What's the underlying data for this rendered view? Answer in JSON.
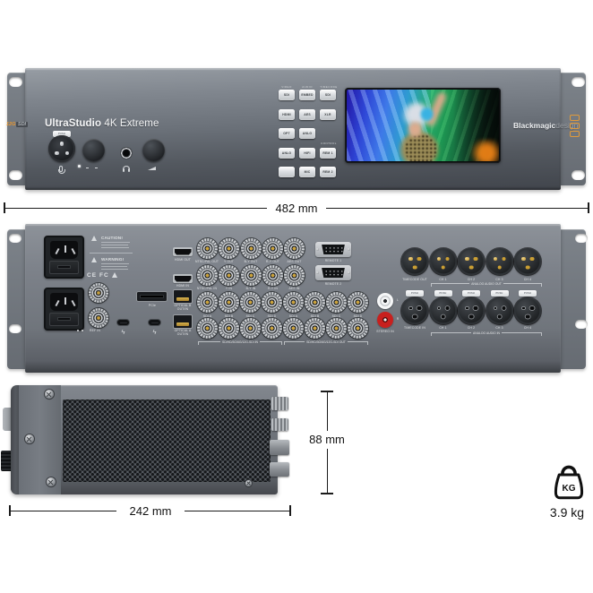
{
  "product": {
    "title_bold": "UltraStudio",
    "title_rest": " 4K Extreme",
    "badge_12g": "12G",
    "badge_sdi": "SDI",
    "brand_bold": "Blackmagic",
    "brand_light": "design"
  },
  "front": {
    "push_label": "PUSH",
    "button_groups": {
      "video_header": "VIDEO",
      "audio_header": "AUDIO",
      "timecode_header": "TIMECODE",
      "control_header": "CONTROL",
      "video": [
        "SDI",
        "HDMI",
        "OPT",
        "ANLG"
      ],
      "audio": [
        "EMBED",
        "AES",
        "ANLG",
        "HIFI",
        "MIC"
      ],
      "timecode": [
        "SDI",
        "XLR"
      ],
      "control": [
        "REM 1",
        "REM 2"
      ]
    }
  },
  "back": {
    "caution_label": "CAUTION!",
    "warning_label": "WARNING!",
    "cert_ce": "CE",
    "cert_fcc": "FC",
    "ref_in_label": "REF IN",
    "pcie_label": "PCIe",
    "hdmi_out_label": "HDMI OUT",
    "hdmi_in_label": "HDMI IN",
    "optical_b_label": "OPTICAL B OUT/IN",
    "optical_a_label": "OPTICAL A OUT/IN",
    "analog_video_out_labels": [
      "NTSC/PAL OUT",
      "Y OUT",
      "B-Y OUT",
      "R-Y OUT",
      "AES OUT"
    ],
    "analog_video_in_labels": [
      "NTSC/PAL IN",
      "Y IN",
      "B-Y IN",
      "R-Y IN",
      "AES IN"
    ],
    "remote1_label": "REMOTE 1",
    "remote2_label": "REMOTE 2",
    "sdi_channel_labels": [
      "SDI A",
      "SDI B",
      "SDI C",
      "SDI D",
      "SDI A",
      "SDI B",
      "SDI C",
      "SDI D"
    ],
    "sdi_in_group_label": "SD/HD/3G/6G/12G-SDI IN",
    "sdi_out_group_label": "SD/HD/3G/6G/12G-SDI OUT",
    "stereo_label": "STEREO IN",
    "rca_left_label": "L",
    "rca_right_label": "R",
    "push_label": "PUSH",
    "xlr_out_labels": [
      "TIMECODE OUT",
      "CH 1",
      "CH 2",
      "CH 3",
      "CH 4"
    ],
    "xlr_in_labels": [
      "TIMECODE IN",
      "CH 1",
      "CH 2",
      "CH 3",
      "CH 4"
    ],
    "analog_audio_out_label": "ANALOG AUDIO OUT",
    "analog_audio_in_label": "ANALOG AUDIO IN"
  },
  "dimensions": {
    "width_label": "482 mm",
    "depth_label": "242 mm",
    "height_label": "88 mm"
  },
  "weight": {
    "unit_label": "KG",
    "value_label": "3.9 kg"
  },
  "icons": {
    "thunderbolt": "ϟ",
    "microphone": "mic-icon",
    "headphones": "headphone-icon",
    "volume": "volume-wedge-icon",
    "warning_triangle": "warning-triangle-icon",
    "weight": "kettlebell-icon"
  },
  "colors": {
    "accent_orange": "#E09A3C",
    "panel_grey": "#70757C",
    "rca_red": "#C8201E",
    "dimension_line": "#1B1B1B"
  }
}
